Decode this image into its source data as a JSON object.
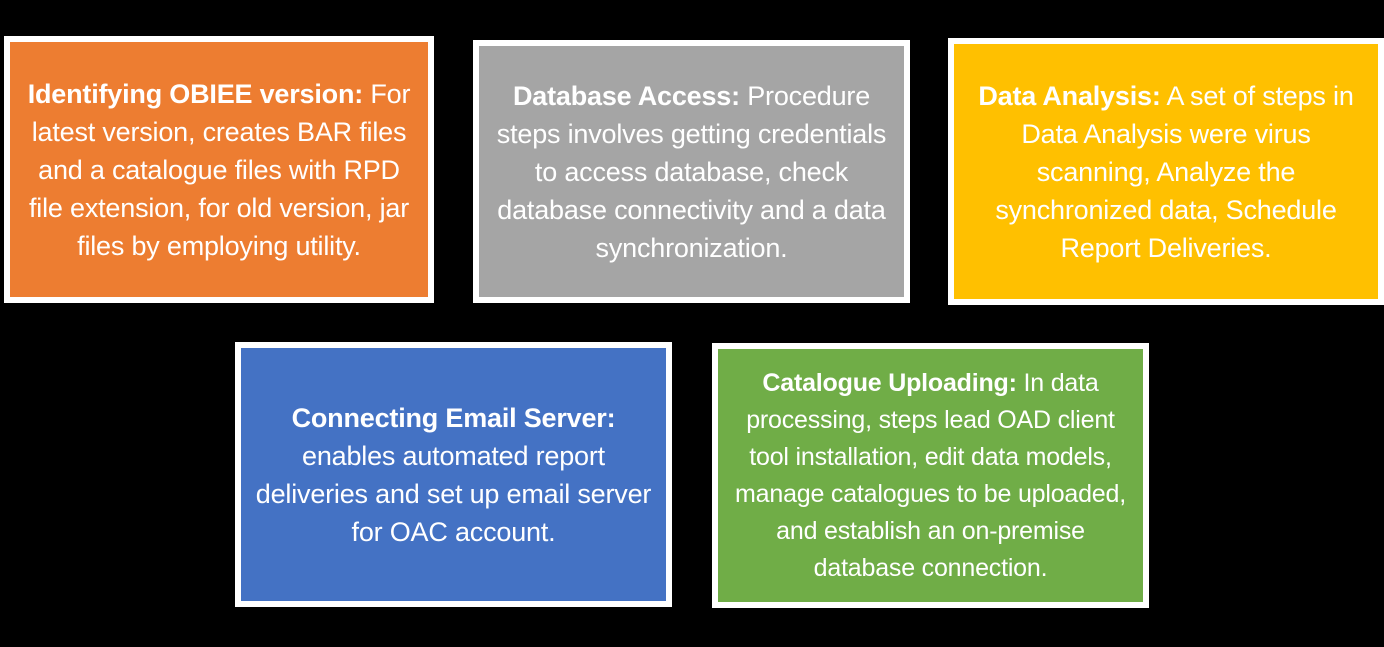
{
  "page": {
    "background_color": "#000000",
    "text_color": "#ffffff"
  },
  "boxes": [
    {
      "name": "identifying-obiee-version",
      "title": "Identifying OBIEE version:",
      "body": "For latest version, creates BAR files and a catalogue files with RPD file extension, for old version, jar files by employing utility.",
      "color": "#ED7D31"
    },
    {
      "name": "database-access",
      "title": "Database Access:",
      "body": "Procedure steps involves getting credentials to access database, check database connectivity and a data synchronization.",
      "color": "#A5A5A5"
    },
    {
      "name": "data-analysis",
      "title": "Data Analysis:",
      "body": "A set of steps in Data Analysis were virus scanning, Analyze the synchronized data, Schedule Report Deliveries.",
      "color": "#FFC000"
    },
    {
      "name": "connecting-email-server",
      "title": "Connecting Email Server:",
      "body": "enables automated report deliveries and set up email server for OAC account.",
      "color": "#4472C4"
    },
    {
      "name": "catalogue-uploading",
      "title": "Catalogue Uploading:",
      "body": "In data processing, steps lead OAD client tool installation, edit data models, manage catalogues to be uploaded, and establish an on-premise database connection.",
      "color": "#70AD47"
    }
  ]
}
